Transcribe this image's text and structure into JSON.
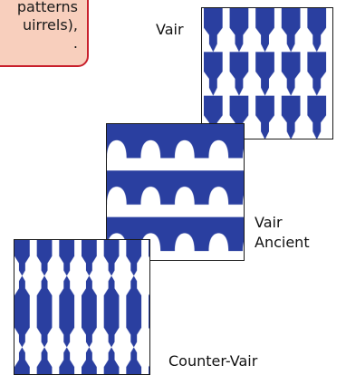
{
  "callout": {
    "lines": [
      "patterns",
      "uirrels),",
      "."
    ]
  },
  "labels": {
    "vair": "Vair",
    "vair_ancient_line1": "Vair",
    "vair_ancient_line2": "Ancient",
    "counter_vair": "Counter-Vair"
  },
  "colors": {
    "tincture": "#2a3fa0",
    "field": "#ffffff",
    "callout_fill": "#f8cfbd",
    "callout_border": "#c8202c"
  }
}
